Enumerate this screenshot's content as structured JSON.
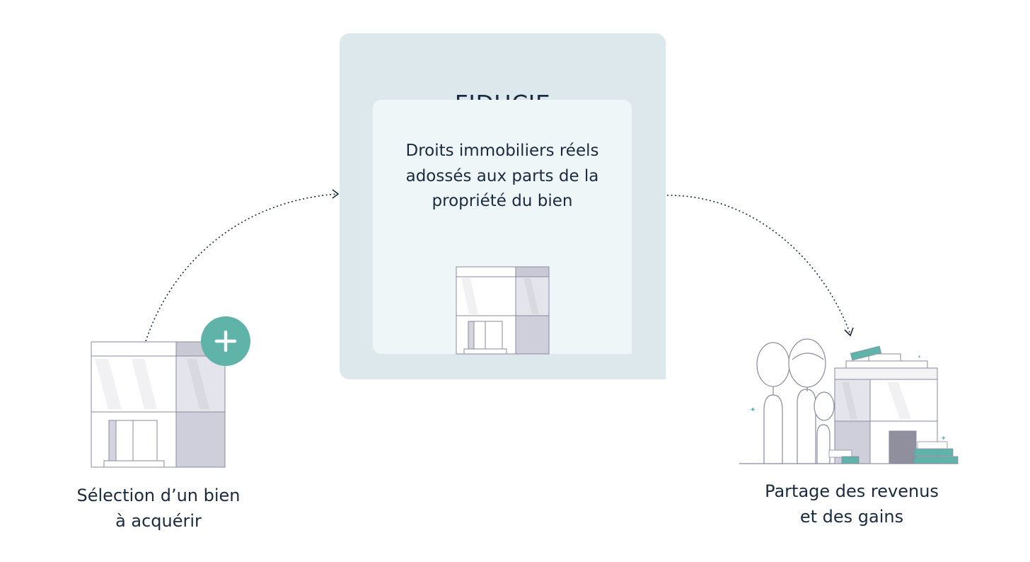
{
  "fiducie": {
    "title": "FIDUCIE",
    "description_lines": [
      "Droits immobiliers réels",
      "adossés aux parts de la",
      "propriété du bien"
    ]
  },
  "steps": {
    "select": {
      "caption_lines": [
        "Sélection d’un bien",
        "à acquérir"
      ],
      "badge_icon": "plus-icon"
    },
    "share": {
      "caption_lines": [
        "Partage des revenus",
        "et des gains"
      ]
    }
  },
  "colors": {
    "fiducie_outer": "#dde8ec",
    "fiducie_inner": "#eef6f8",
    "accent_teal": "#5fb3a8",
    "text": "#1a2b40",
    "building_shade": "#cfcfdc"
  }
}
